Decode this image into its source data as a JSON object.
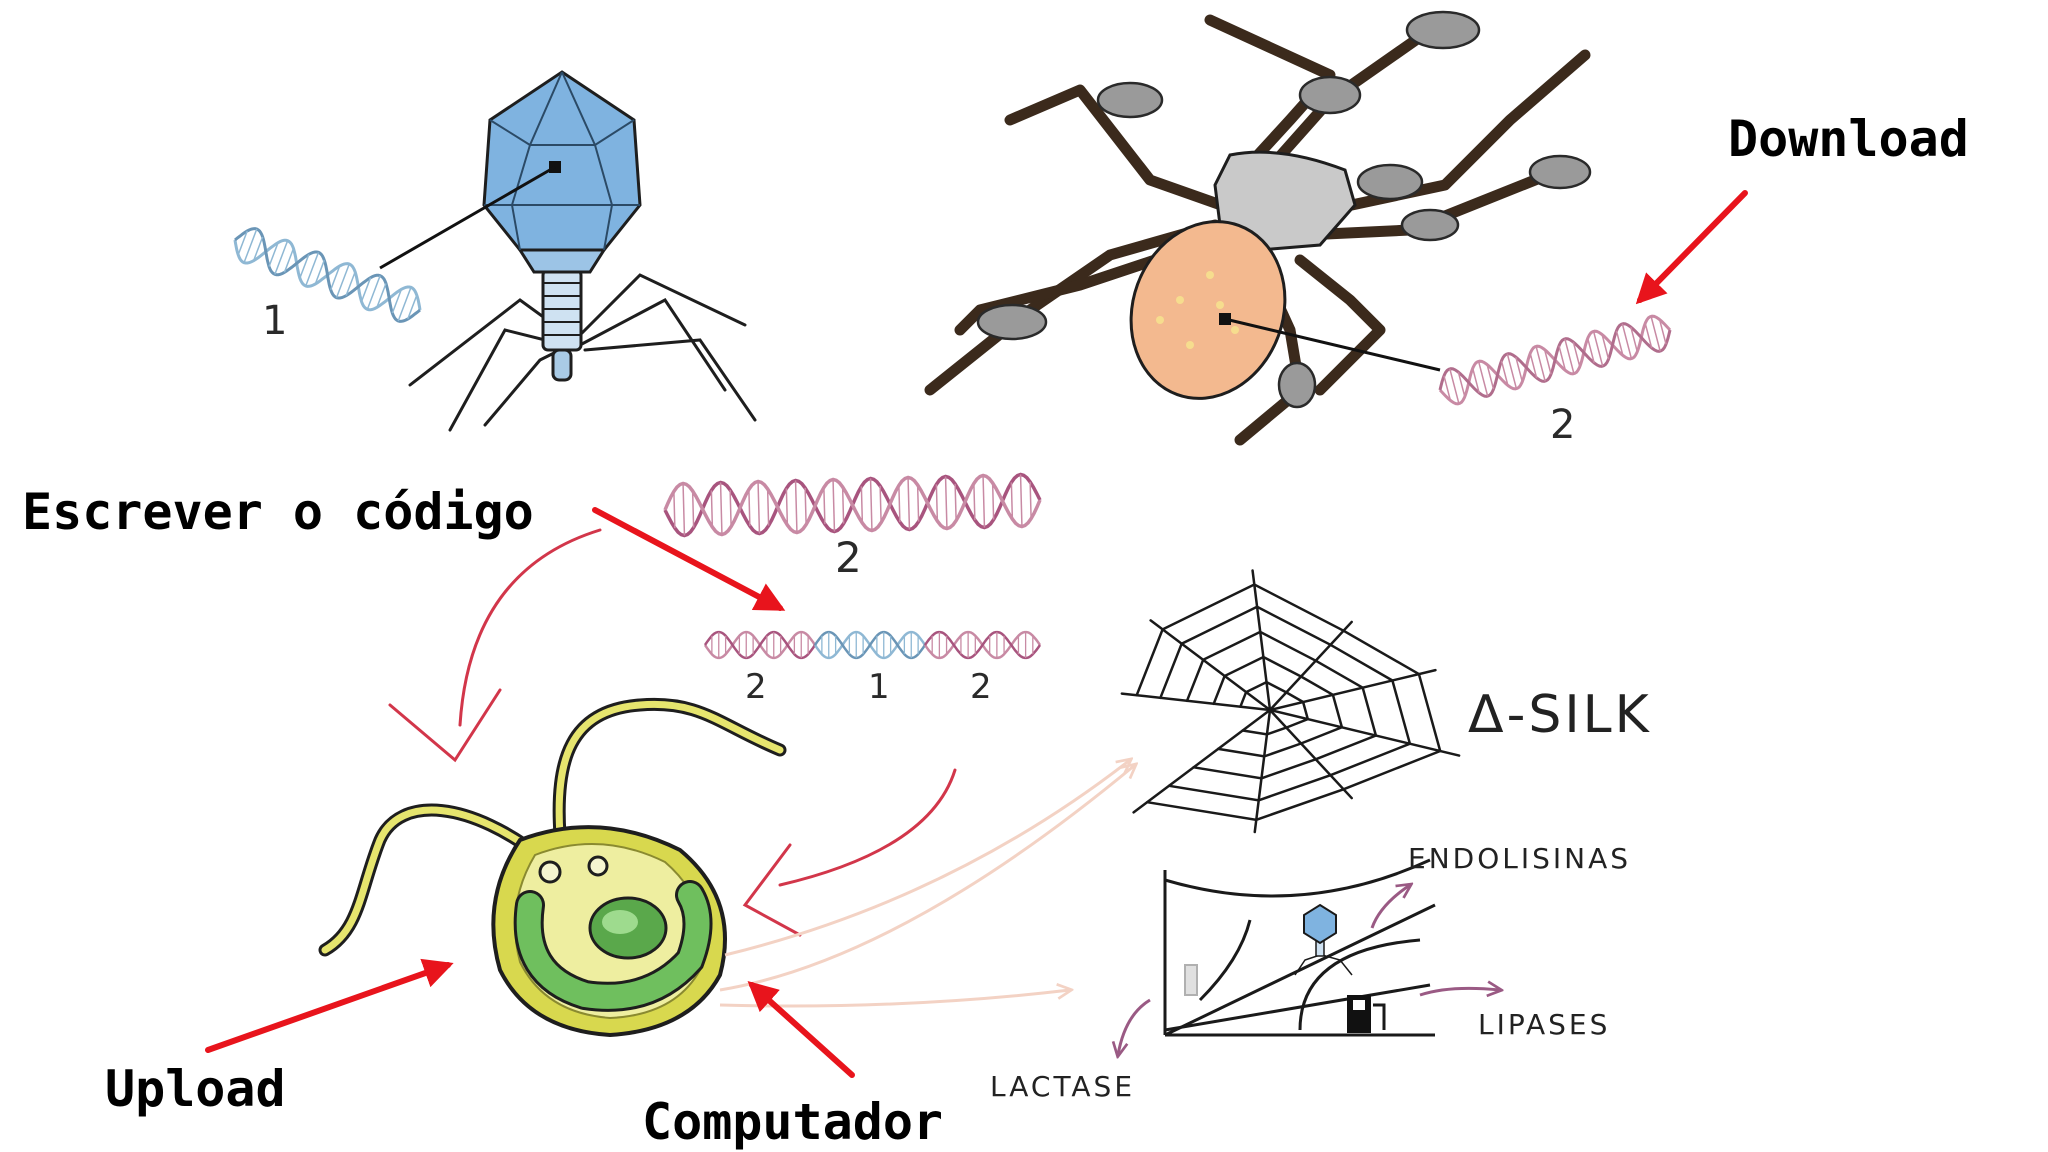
{
  "annotations": {
    "download": "Download",
    "escrever": "Escrever o código",
    "upload": "Upload",
    "computador": "Computador"
  },
  "drawn_labels": {
    "phage_dna_number": "1",
    "spider_dna_number": "2",
    "top_strand_number": "2",
    "combined_numbers": [
      "2",
      "1",
      "2"
    ],
    "silk": "Δ-SILK",
    "endolisinas": "ENDOLISINAS",
    "lipases": "LIPASES",
    "lactase": "LACTASE"
  },
  "colors": {
    "arrow_red": "#e8141c",
    "dna_blue": "#8fb8d4",
    "dna_pink": "#c88aa4",
    "dna_dark_pink": "#a8547e",
    "capsid_blue": "#7fb3e0",
    "cell_yellow": "#e6e56e",
    "cell_green": "#6fbf5e",
    "spider_abdomen": "#f3b98f",
    "faded_arrow": "#f3d2c4",
    "curved_red": "#d2364a",
    "purple_arrow": "#9a5a84"
  }
}
